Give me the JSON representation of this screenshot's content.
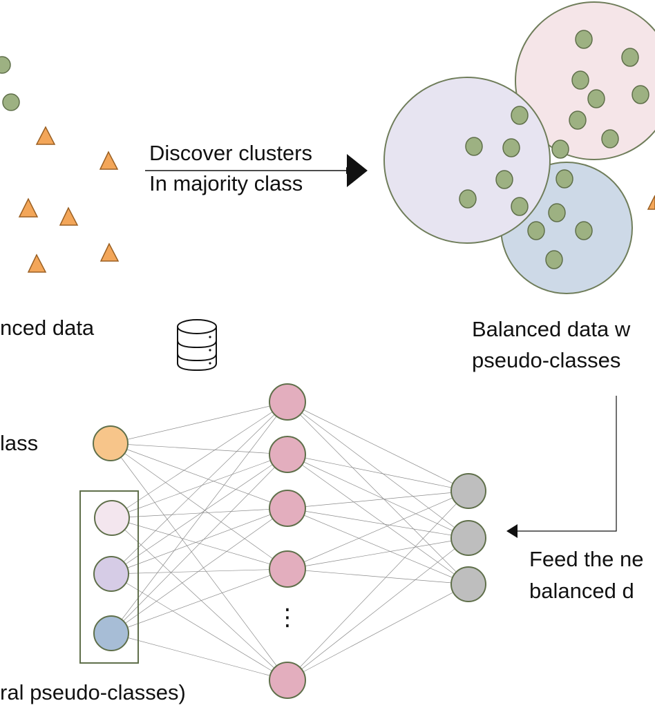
{
  "colors": {
    "majority_point": "#9db182",
    "majority_stroke": "#5f6f4a",
    "minority_point": "#f3a659",
    "minority_stroke": "#9a5f22",
    "cluster_a_fill": "#e7e4f1",
    "cluster_b_fill": "#f5e5e8",
    "cluster_c_fill": "#cdd9e7",
    "cluster_stroke": "#6f7d5a",
    "input_orange": "#f7c58a",
    "input_pseudo_1": "#f3e6ee",
    "input_pseudo_2": "#d6cce6",
    "input_pseudo_3": "#a7bdd6",
    "hidden_node": "#e3aebe",
    "output_node": "#bebebe",
    "node_stroke": "#5f6f4a",
    "group_box": "#5f6f4a",
    "edge": "#8a8a8a",
    "text": "#111111"
  },
  "icons": {
    "database": "database-icon"
  },
  "labels": {
    "arrow_line1": "Discover clusters",
    "arrow_line2": "In majority class",
    "imbalanced": "nced data",
    "balanced_line1": "Balanced data w",
    "balanced_line2": "pseudo-classes",
    "minority_class": "lass",
    "feed_line1": "Feed the ne",
    "feed_line2": "balanced d",
    "pseudo_classes": "ral pseudo-classes)",
    "ellipsis": "⋮"
  }
}
